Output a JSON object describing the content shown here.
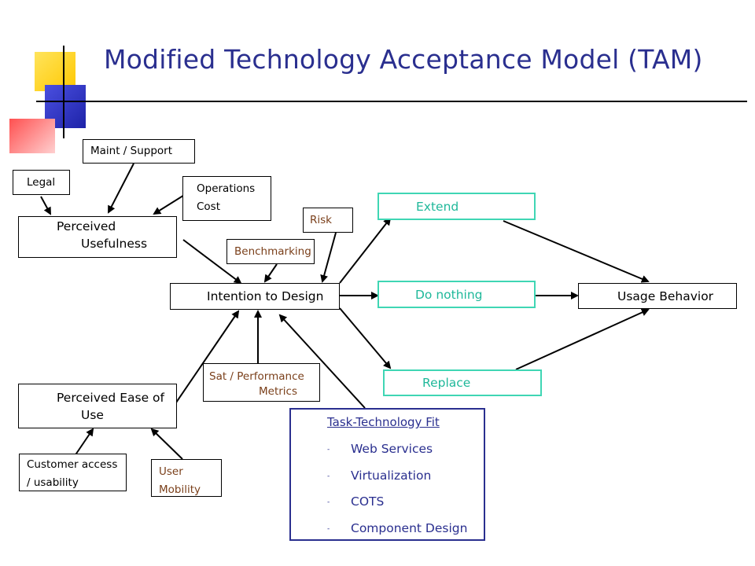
{
  "title": "Modified Technology Acceptance Model (TAM)",
  "colors": {
    "title": "#2a2f8f",
    "green_box_border": "#3fd6b4",
    "green_text": "#1fb89a",
    "navy": "#2a2f8f",
    "brown_text": "#7a3f1a",
    "deco_yellow": "#ffd200",
    "deco_blue": "#2a2fbf",
    "deco_red": "#ff2a2a"
  },
  "nodes": {
    "maint_support": "Maint / Support",
    "legal": "Legal",
    "operations_cost_line1": "Operations",
    "operations_cost_line2": "Cost",
    "perceived_usefulness_line1": "Perceived",
    "perceived_usefulness_line2": "Usefulness",
    "risk": "Risk",
    "benchmarking": "Benchmarking",
    "intention_to_design": "Intention to Design",
    "extend": "Extend",
    "do_nothing": "Do nothing",
    "replace": "Replace",
    "usage_behavior": "Usage Behavior",
    "sat_performance_line1": "Sat / Performance",
    "sat_performance_line2": "Metrics",
    "perceived_ease_line1": "Perceived Ease of",
    "perceived_ease_line2": "Use",
    "customer_access_line1": "Customer access",
    "customer_access_line2": "/ usability",
    "user_mobility_line1": "User",
    "user_mobility_line2": "Mobility"
  },
  "task_technology_fit": {
    "heading": "Task-Technology Fit",
    "bullet": "-",
    "items": [
      "Web Services",
      "Virtualization",
      "COTS",
      "Component Design"
    ]
  }
}
